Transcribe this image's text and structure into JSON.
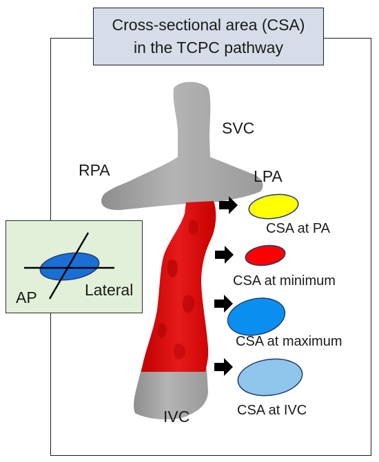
{
  "title": {
    "line1": "Cross-sectional area (CSA)",
    "line2": "in the TCPC pathway"
  },
  "vessels": {
    "svc": "SVC",
    "rpa": "RPA",
    "lpa": "LPA",
    "ivc": "IVC"
  },
  "inset": {
    "ap": "AP",
    "lateral": "Lateral"
  },
  "cross_sections": [
    {
      "label": "CSA at PA",
      "color": "#ffff00"
    },
    {
      "label": "CSA at minimum",
      "color": "#ff0000"
    },
    {
      "label": "CSA at maximum",
      "color": "#0a8ff0"
    },
    {
      "label": "CSA at IVC",
      "color": "#8fc5ea"
    }
  ],
  "colors": {
    "vessel": "#a6a6a6",
    "conduit": "#e00000",
    "title_box": "#d6dde8",
    "inset_box": "#e2f0d9",
    "inset_ellipse": "#1a6fd6",
    "arrow": "#000000"
  }
}
